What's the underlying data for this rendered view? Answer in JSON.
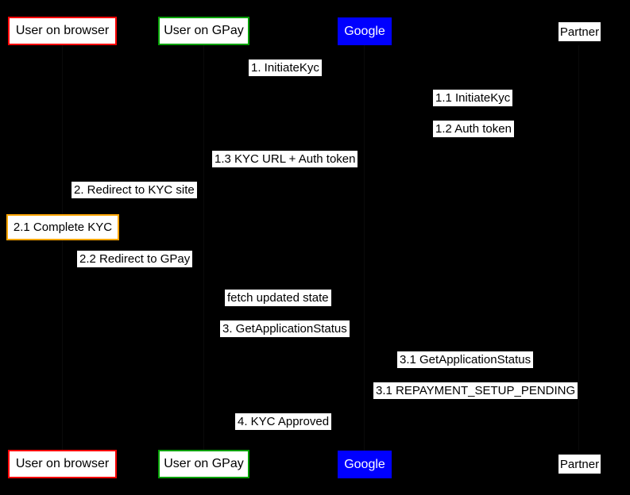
{
  "colors": {
    "background": "#000000",
    "label_bg": "#ffffff",
    "label_text": "#000000",
    "browser_border": "#ff0000",
    "gpay_border": "#00a000",
    "google_fill": "#0000ff",
    "google_text": "#ffffff",
    "action_border": "#ffa500"
  },
  "actors": [
    {
      "id": "user-on-browser",
      "label": "User on browser"
    },
    {
      "id": "user-on-gpay",
      "label": "User on GPay"
    },
    {
      "id": "google",
      "label": "Google"
    },
    {
      "id": "partner",
      "label": "Partner"
    }
  ],
  "messages": [
    {
      "label": "1. InitiateKyc"
    },
    {
      "label": "1.1 InitiateKyc"
    },
    {
      "label": "1.2 Auth token"
    },
    {
      "label": "1.3 KYC URL + Auth token"
    },
    {
      "label": "2. Redirect to KYC site"
    },
    {
      "label": "2.2 Redirect to GPay"
    },
    {
      "label": "fetch updated state"
    },
    {
      "label": "3. GetApplicationStatus"
    },
    {
      "label": "3.1 GetApplicationStatus"
    },
    {
      "label": "3.1 REPAYMENT_SETUP_PENDING"
    },
    {
      "label": "4. KYC Approved"
    }
  ],
  "action": {
    "label": "2.1 Complete KYC"
  }
}
